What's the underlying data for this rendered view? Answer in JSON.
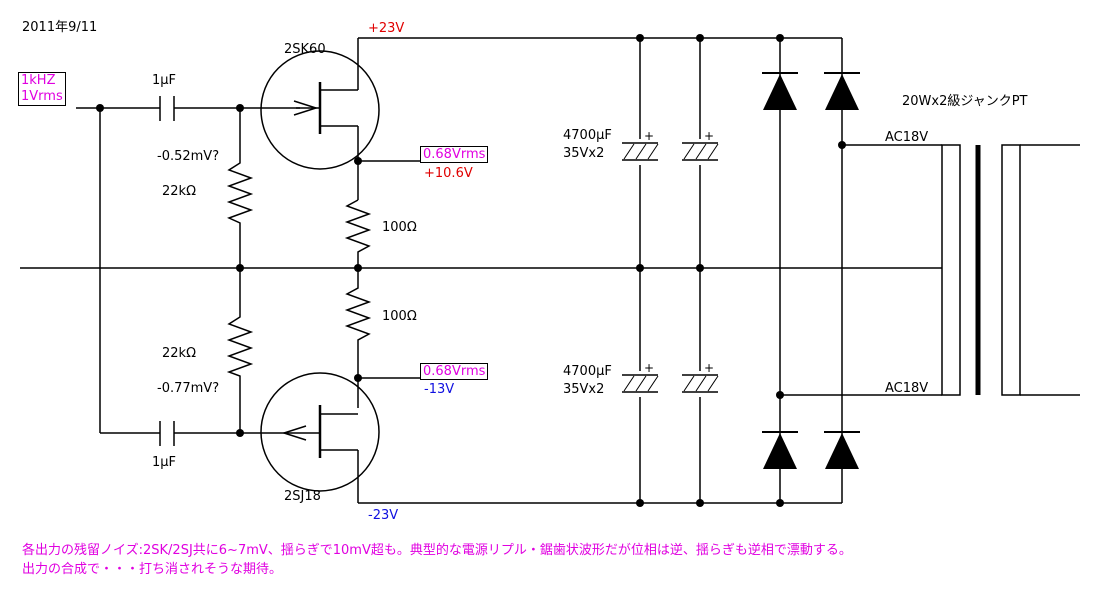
{
  "date": "2011年9/11",
  "input": {
    "line1": "1kHZ",
    "line2": "1Vrms"
  },
  "transistors": {
    "upper": "2SK60",
    "lower": "2SJ18"
  },
  "capacitors": {
    "coupling_upper": "1μF",
    "coupling_lower": "1μF"
  },
  "resistors": {
    "gate_upper": "22kΩ",
    "gate_lower": "22kΩ",
    "source_upper": "100Ω",
    "source_lower": "100Ω"
  },
  "voltages": {
    "gate_upper": "-0.52mV?",
    "gate_lower": "-0.77mV?",
    "rail_pos": "+23V",
    "rail_neg": "-23V",
    "drain_upper": "+10.6V",
    "drain_lower": "-13V"
  },
  "outputs": {
    "upper": "0.68Vrms",
    "lower": "0.68Vrms"
  },
  "filter_caps": {
    "upper_value": "4700μF",
    "upper_rating": "35Vx2",
    "lower_value": "4700μF",
    "lower_rating": "35Vx2",
    "plus": "+"
  },
  "transformer": {
    "title": "20Wx2級ジャンクPT",
    "tap_upper": "AC18V",
    "tap_lower": "AC18V"
  },
  "notes": [
    "各出力の残留ノイズ:2SK/2SJ共に6~7mV、揺らぎで10mV超も。典型的な電源リプル・鋸歯状波形だが位相は逆、揺らぎも逆相で漂動する。",
    "出力の合成で・・・打ち消されそうな期待。"
  ],
  "colors": {
    "rail_pos": "#e00000",
    "rail_neg": "#1010e0",
    "annotation": "#e000e0",
    "wire": "#000000"
  }
}
